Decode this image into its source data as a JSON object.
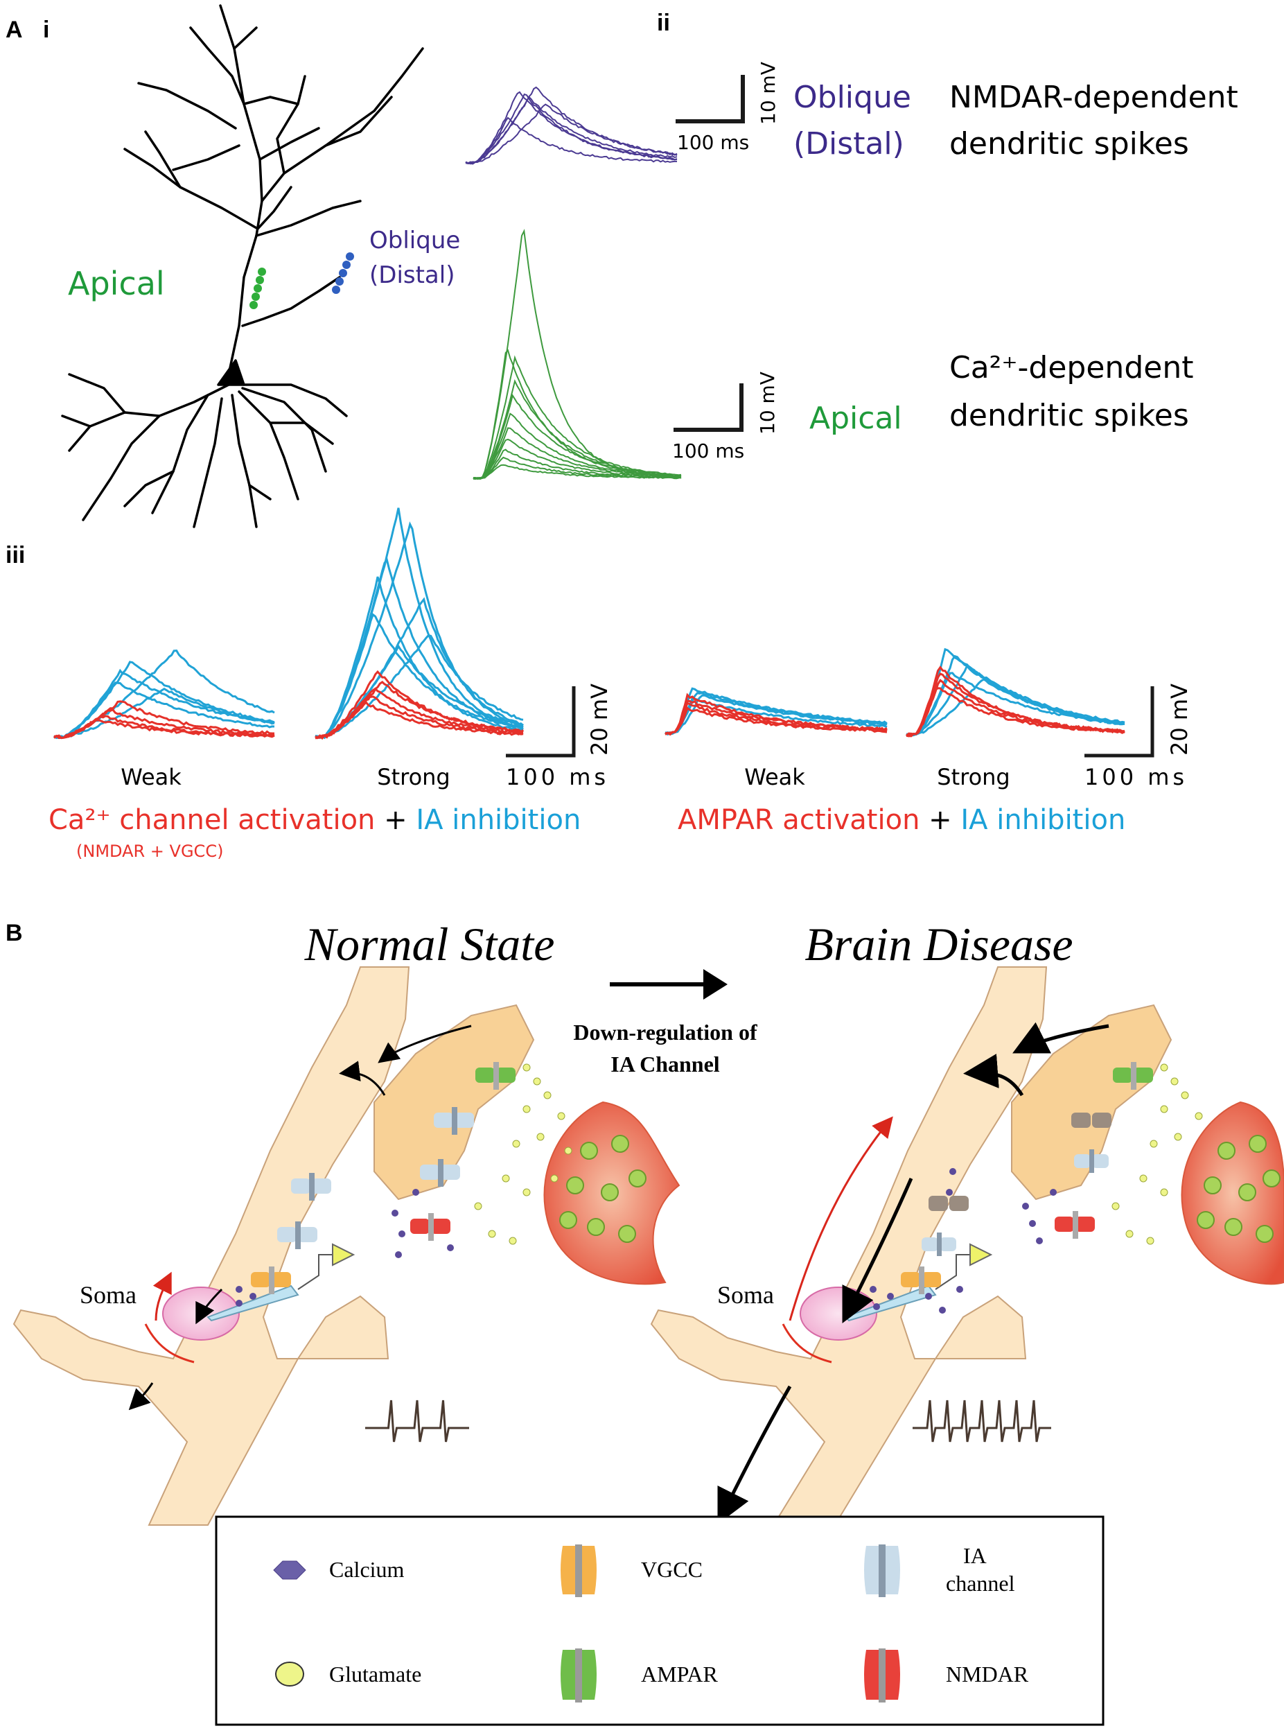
{
  "panels": {
    "A": "A",
    "B": "B",
    "i": "i",
    "ii": "ii",
    "iii": "iii"
  },
  "neuron": {
    "apical_label": "Apical",
    "oblique_label_1": "Oblique",
    "oblique_label_2": "(Distal)"
  },
  "traces_ii": {
    "oblique": {
      "label_1": "Oblique",
      "label_2": "(Distal)",
      "desc_1": "NMDAR-dependent",
      "desc_2": "dendritic spikes",
      "scale_v": "10 mV",
      "scale_t": "100 ms"
    },
    "apical": {
      "label": "Apical",
      "desc_1": "Ca²⁺-dependent",
      "desc_2": "dendritic spikes",
      "scale_v": "10 mV",
      "scale_t": "100 ms"
    }
  },
  "traces_iii": {
    "left": {
      "weak": "Weak",
      "strong": "Strong",
      "scale_v": "20 mV",
      "scale_t": "100 ms",
      "caption_red": "Ca²⁺ channel activation",
      "caption_plus": " + ",
      "caption_blue": "IA inhibition",
      "caption_sub": "(NMDAR + VGCC)"
    },
    "right": {
      "weak": "Weak",
      "strong": "Strong",
      "scale_v": "20 mV",
      "scale_t": "100 ms",
      "caption_red": "AMPAR activation",
      "caption_plus": " + ",
      "caption_blue": "IA inhibition"
    }
  },
  "panelB": {
    "normal_title": "Normal State",
    "disease_title": "Brain Disease",
    "arrow_label_1": "Down-regulation of",
    "arrow_label_2": "IA Channel",
    "soma_label_normal": "Soma",
    "soma_label_disease": "Soma"
  },
  "legend": {
    "calcium": "Calcium",
    "vgcc": "VGCC",
    "ia_1": "IA",
    "ia_2": "channel",
    "glutamate": "Glutamate",
    "ampar": "AMPAR",
    "nmdar": "NMDAR"
  },
  "colors": {
    "purple": "#3c2a8a",
    "green": "#1f9a3a",
    "red": "#e8312a",
    "blue": "#1aa0d8",
    "cell": "#fbe3bf",
    "presyn": "#e8503a"
  }
}
